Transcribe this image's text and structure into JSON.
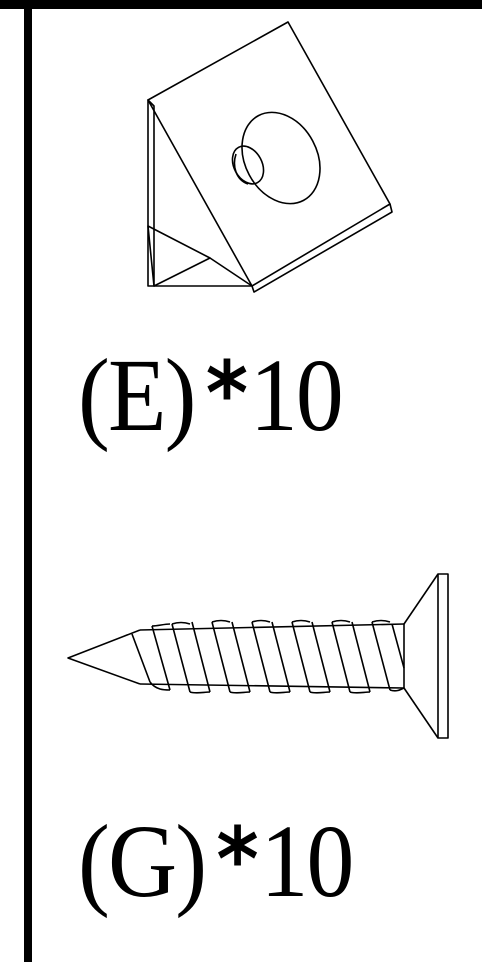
{
  "parts": [
    {
      "id": "E",
      "label_open": "(",
      "letter": "E",
      "label_close": ")",
      "multiplier": "*",
      "quantity": "10",
      "icon": "corner-block-bracket-icon"
    },
    {
      "id": "G",
      "label_open": "(",
      "letter": "G",
      "label_close": ")",
      "multiplier": "*",
      "quantity": "10",
      "icon": "countersunk-screw-icon"
    }
  ]
}
